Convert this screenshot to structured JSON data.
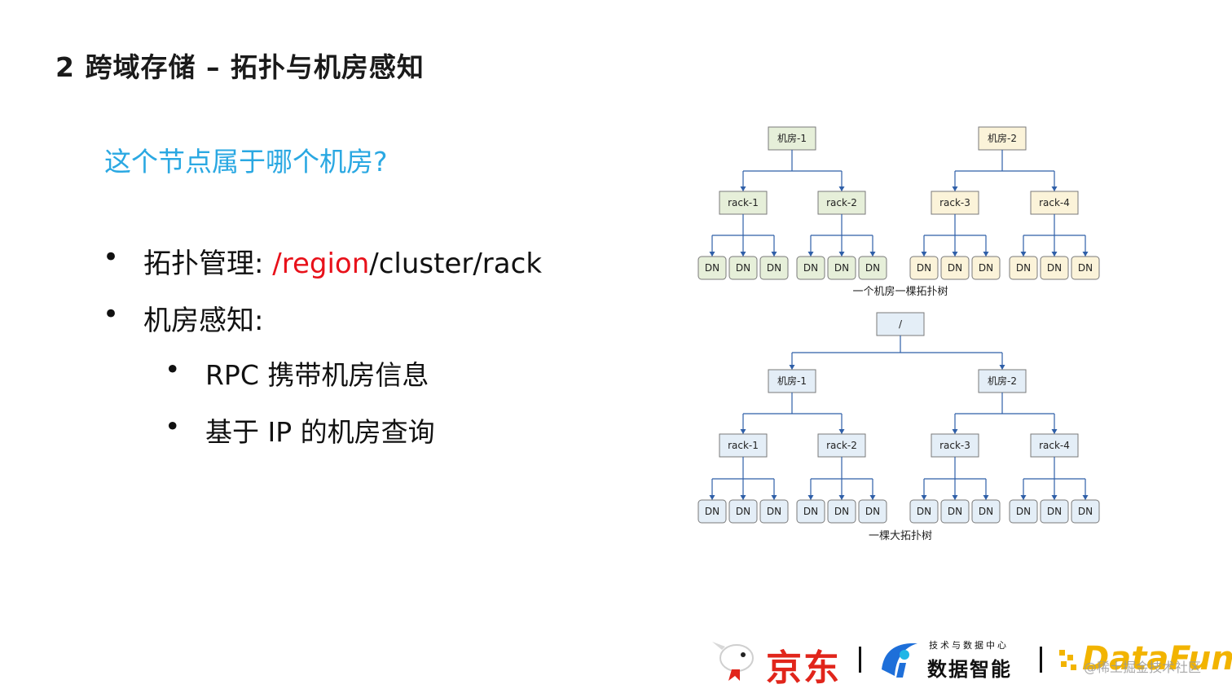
{
  "slide": {
    "title": "2  跨域存储 – 拓扑与机房感知",
    "question": "这个节点属于哪个机房?",
    "bullets": [
      {
        "label": "拓扑管理:",
        "path_red": "/region",
        "path_rest": "/cluster/rack"
      },
      {
        "label": "机房感知:"
      },
      {
        "label": "RPC 携带机房信息"
      },
      {
        "label": "基于 IP 的机房查询"
      }
    ],
    "bullet_symbol": "•"
  },
  "diagram": {
    "top_tree": {
      "caption": "一个机房一棵拓扑树",
      "rooms": [
        {
          "label": "机房-1",
          "racks": [
            "rack-1",
            "rack-2"
          ],
          "color": "#e6efd9"
        },
        {
          "label": "机房-2",
          "racks": [
            "rack-3",
            "rack-4"
          ],
          "color": "#fbf3d9"
        }
      ]
    },
    "bottom_tree": {
      "caption": "一棵大拓扑树",
      "root": "/",
      "rooms": [
        {
          "label": "机房-1",
          "racks": [
            "rack-1",
            "rack-2"
          ]
        },
        {
          "label": "机房-2",
          "racks": [
            "rack-3",
            "rack-4"
          ]
        }
      ],
      "color": "#e4eef7"
    },
    "leaf_label": "DN",
    "leaves_per_rack": 3,
    "line_color": "#2f5fa8",
    "border_color": "#7a7a7a"
  },
  "footer": {
    "jd": "京东",
    "center_sub": "技术与数据中心",
    "center_main": "数据智能",
    "datafun": "DataFun.",
    "watermark": "@稀土掘金技术社区"
  }
}
